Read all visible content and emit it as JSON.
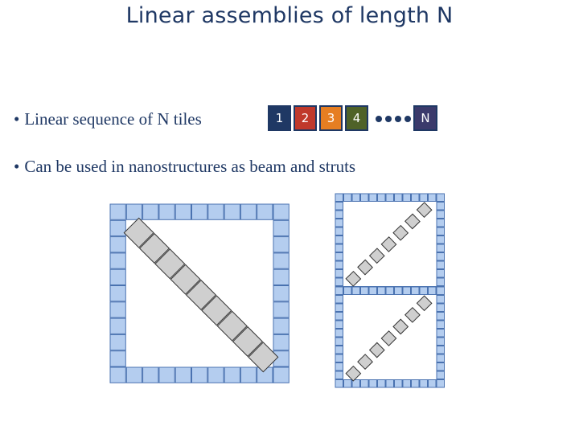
{
  "slide": {
    "title": "Linear assemblies of length N",
    "bullets": [
      {
        "marker": "•",
        "text": "Linear sequence of N tiles"
      },
      {
        "marker": "•",
        "text": "Can be used in nanostructures as beam and struts"
      }
    ]
  },
  "sequence": {
    "tiles": [
      {
        "label": "1",
        "color": "#1f3864"
      },
      {
        "label": "2",
        "color": "#c0392b"
      },
      {
        "label": "3",
        "color": "#e67e22"
      },
      {
        "label": "4",
        "color": "#4f6228"
      },
      {
        "label": "N",
        "color": "#3b3a6b"
      }
    ]
  },
  "colors": {
    "text": "#1f3864",
    "frame_tile_fill": "#b4cdef",
    "frame_tile_stroke": "#4a72b0",
    "strut_tile_fill": "#cfcfcf",
    "strut_tile_stroke": "#333333"
  }
}
